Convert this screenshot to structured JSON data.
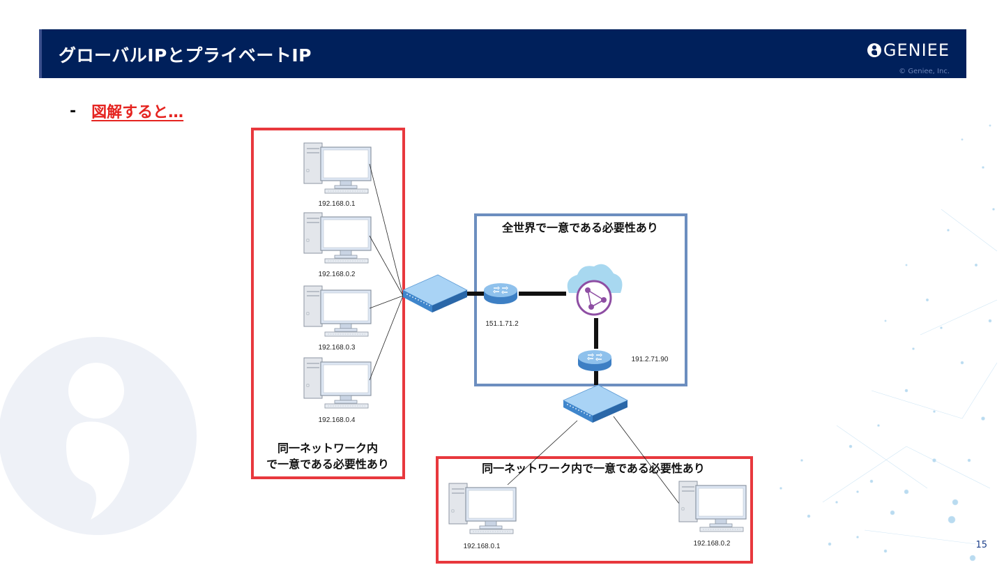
{
  "header": {
    "title": "グローバルIPとプライベートIP",
    "logo_text": "GENIEE",
    "copyright": "© Geniee, Inc."
  },
  "subheading": {
    "bullet": "-",
    "text": "図解すると…"
  },
  "diagram": {
    "left_network": {
      "label_line1": "同一ネットワーク内",
      "label_line2": "で一意である必要性あり",
      "pcs": [
        {
          "ip": "192.168.0.1"
        },
        {
          "ip": "192.168.0.2"
        },
        {
          "ip": "192.168.0.3"
        },
        {
          "ip": "192.168.0.4"
        }
      ]
    },
    "global_box": {
      "label": "全世界で一意である必要性あり",
      "router_left_ip": "151.1.71.2",
      "router_bottom_ip": "191.2.71.90"
    },
    "bottom_network": {
      "label": "同一ネットワーク内で一意である必要性あり",
      "pcs": [
        {
          "ip": "192.168.0.1"
        },
        {
          "ip": "192.168.0.2"
        }
      ]
    }
  },
  "page_number": "15",
  "colors": {
    "header_bg": "#00205b",
    "accent_red": "#e52420",
    "box_blue": "#6c8ebf"
  }
}
